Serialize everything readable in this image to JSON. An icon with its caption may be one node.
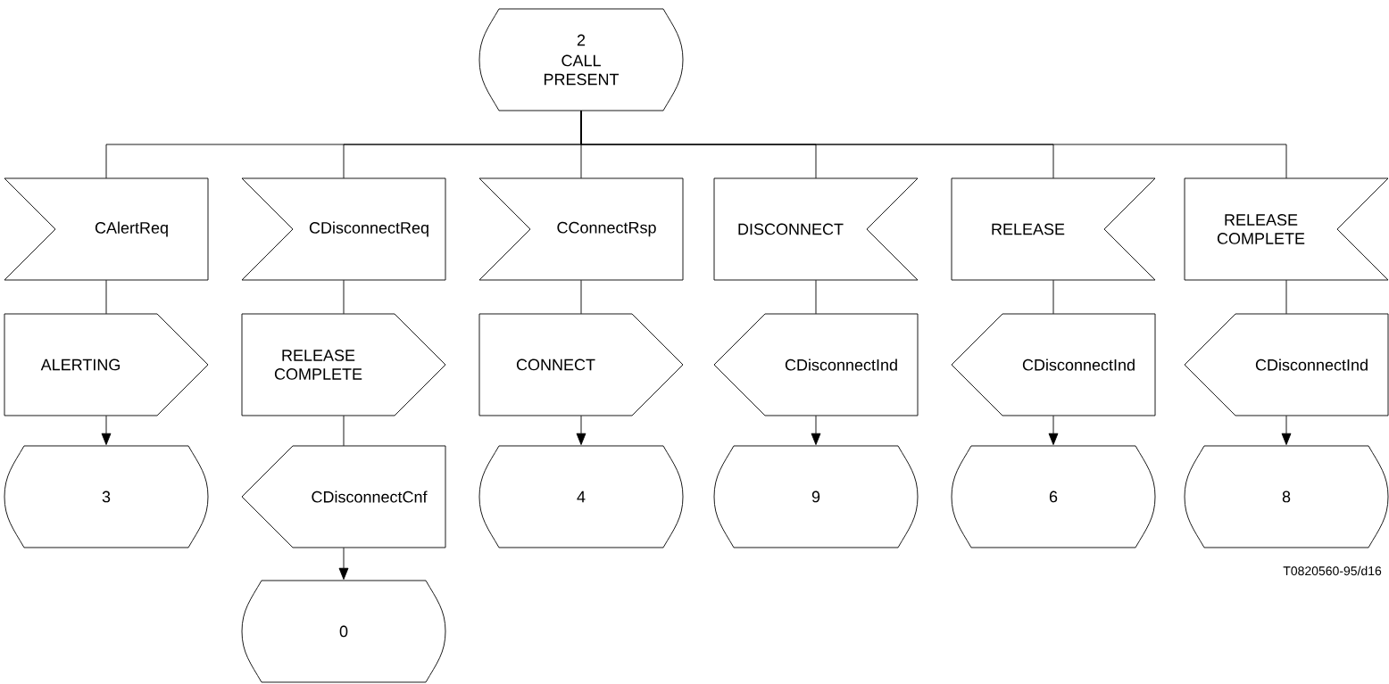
{
  "diagram": {
    "nodes": [
      {
        "text": [
          "2",
          "CALL PRESENT"
        ]
      },
      {
        "text": [
          "CAlertReq"
        ]
      },
      {
        "text": [
          "CDisconnectReq"
        ]
      },
      {
        "text": [
          "CConnectRsp"
        ]
      },
      {
        "text": [
          "DISCONNECT"
        ]
      },
      {
        "text": [
          "RELEASE"
        ]
      },
      {
        "text": [
          "RELEASE COMPLETE"
        ]
      },
      {
        "text": [
          "ALERTING"
        ]
      },
      {
        "text": [
          "RELEASE COMPLETE"
        ]
      },
      {
        "text": [
          "CONNECT"
        ]
      },
      {
        "text": [
          "CDisconnectInd"
        ]
      },
      {
        "text": [
          "CDisconnectInd"
        ]
      },
      {
        "text": [
          "CDisconnectInd"
        ]
      },
      {
        "text": [
          "3"
        ]
      },
      {
        "text": [
          "CDisconnectCnf"
        ]
      },
      {
        "text": [
          "4"
        ]
      },
      {
        "text": [
          "9"
        ]
      },
      {
        "text": [
          "6"
        ]
      },
      {
        "text": [
          "8"
        ]
      },
      {
        "text": [
          "0"
        ]
      }
    ],
    "edges": [
      {
        "from": 0,
        "to": 1,
        "arrow": "none"
      },
      {
        "from": 0,
        "to": 2,
        "arrow": "none"
      },
      {
        "from": 0,
        "to": 3,
        "arrow": "none"
      },
      {
        "from": 0,
        "to": 4,
        "arrow": "none"
      },
      {
        "from": 0,
        "to": 5,
        "arrow": "none"
      },
      {
        "from": 0,
        "to": 6,
        "arrow": "none"
      },
      {
        "from": 1,
        "to": 7,
        "arrow": "none"
      },
      {
        "from": 2,
        "to": 8,
        "arrow": "none"
      },
      {
        "from": 3,
        "to": 9,
        "arrow": "none"
      },
      {
        "from": 4,
        "to": 10,
        "arrow": "none"
      },
      {
        "from": 5,
        "to": 11,
        "arrow": "none"
      },
      {
        "from": 6,
        "to": 12,
        "arrow": "none"
      },
      {
        "from": 7,
        "to": 13,
        "arrow": "to"
      },
      {
        "from": 8,
        "to": 14,
        "arrow": "none"
      },
      {
        "from": 9,
        "to": 15,
        "arrow": "to"
      },
      {
        "from": 10,
        "to": 16,
        "arrow": "to"
      },
      {
        "from": 11,
        "to": 17,
        "arrow": "to"
      },
      {
        "from": 12,
        "to": 18,
        "arrow": "to"
      },
      {
        "from": 14,
        "to": 19,
        "arrow": "to"
      }
    ],
    "labels": [
      "T0820560-95/d16"
    ]
  }
}
